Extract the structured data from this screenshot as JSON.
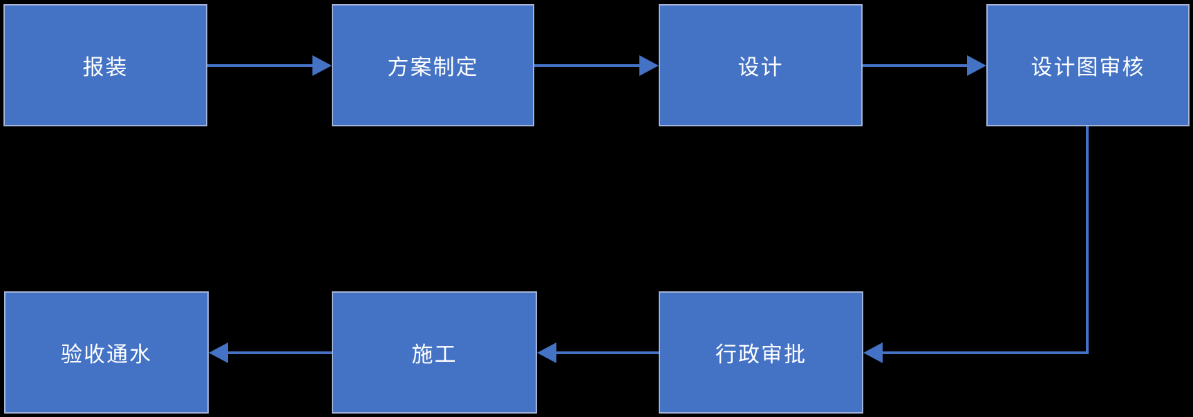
{
  "diagram": {
    "type": "flowchart",
    "background": "#000000",
    "colors": {
      "node_fill": "#4472C4",
      "node_border": "#A6B4D8",
      "node_text": "#FFFFFF",
      "connector": "#4472C4"
    },
    "nodes": [
      {
        "id": "apply-installation",
        "label": "报装"
      },
      {
        "id": "plan-formulation",
        "label": "方案制定"
      },
      {
        "id": "design",
        "label": "设计"
      },
      {
        "id": "design-review",
        "label": "设计图审核"
      },
      {
        "id": "administrative-approval",
        "label": "行政审批"
      },
      {
        "id": "construction",
        "label": "施工"
      },
      {
        "id": "acceptance-water-supply",
        "label": "验收通水"
      }
    ],
    "edges": [
      {
        "from": "报装",
        "to": "方案制定"
      },
      {
        "from": "方案制定",
        "to": "设计"
      },
      {
        "from": "设计",
        "to": "设计图审核"
      },
      {
        "from": "设计图审核",
        "to": "行政审批"
      },
      {
        "from": "行政审批",
        "to": "施工"
      },
      {
        "from": "施工",
        "to": "验收通水"
      }
    ]
  }
}
